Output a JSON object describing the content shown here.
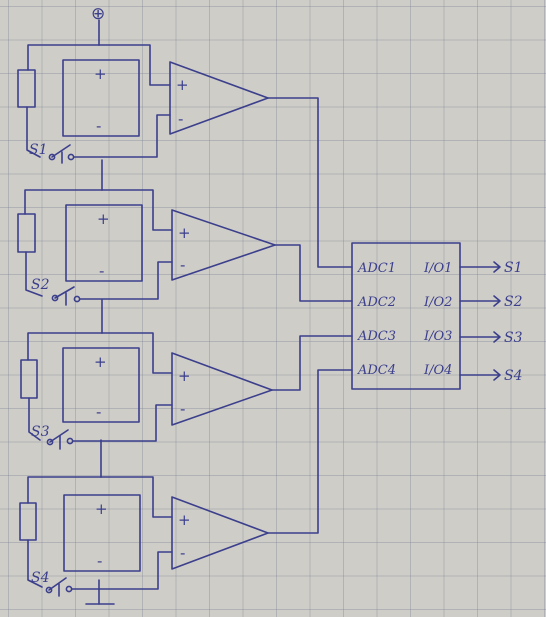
{
  "diagram": {
    "supply_symbol": "⊕",
    "cells": [
      {
        "plus": "+",
        "minus": "-"
      },
      {
        "plus": "+",
        "minus": "-"
      },
      {
        "plus": "+",
        "minus": "-"
      },
      {
        "plus": "+",
        "minus": "-"
      }
    ],
    "opamps": [
      {
        "in_plus": "+",
        "in_minus": "-"
      },
      {
        "in_plus": "+",
        "in_minus": "-"
      },
      {
        "in_plus": "+",
        "in_minus": "-"
      },
      {
        "in_plus": "+",
        "in_minus": "-"
      }
    ],
    "switches": [
      "S1",
      "S2",
      "S3",
      "S4"
    ],
    "adc_inputs": [
      "ADC1",
      "ADC2",
      "ADC3",
      "ADC4"
    ],
    "io_pins": [
      "I/O1",
      "I/O2",
      "I/O3",
      "I/O4"
    ],
    "outputs": [
      "S1",
      "S2",
      "S3",
      "S4"
    ],
    "ink_color": "#3b3f8c",
    "paper_color": "#cfcdc8"
  }
}
